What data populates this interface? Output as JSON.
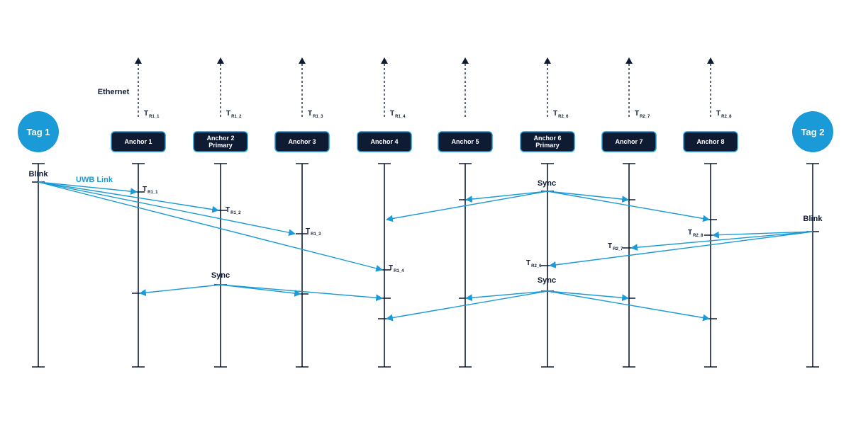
{
  "ethernet_label": "Ethernet",
  "uwb_link_label": "UWB Link",
  "tags": [
    {
      "id": "tag1",
      "label": "Tag 1",
      "event": "Blink"
    },
    {
      "id": "tag2",
      "label": "Tag 2",
      "event": "Blink"
    }
  ],
  "anchors": [
    {
      "id": "a1",
      "line1": "Anchor 1",
      "line2": "",
      "eth_label": "T",
      "eth_sub": "R1_1"
    },
    {
      "id": "a2",
      "line1": "Anchor 2",
      "line2": "Primary",
      "eth_label": "T",
      "eth_sub": "R1_2"
    },
    {
      "id": "a3",
      "line1": "Anchor 3",
      "line2": "",
      "eth_label": "T",
      "eth_sub": "R1_3"
    },
    {
      "id": "a4",
      "line1": "Anchor 4",
      "line2": "",
      "eth_label": "T",
      "eth_sub": "R1_4"
    },
    {
      "id": "a5",
      "line1": "Anchor 5",
      "line2": "",
      "eth_label": "",
      "eth_sub": ""
    },
    {
      "id": "a6",
      "line1": "Anchor 6",
      "line2": "Primary",
      "eth_label": "T",
      "eth_sub": "R2_6"
    },
    {
      "id": "a7",
      "line1": "Anchor 7",
      "line2": "",
      "eth_label": "T",
      "eth_sub": "R2_7"
    },
    {
      "id": "a8",
      "line1": "Anchor 8",
      "line2": "",
      "eth_label": "T",
      "eth_sub": "R2_8"
    }
  ],
  "sync_labels": {
    "a6_first": "Sync",
    "a2": "Sync",
    "a6_second": "Sync"
  },
  "reception_labels": {
    "r1_1": {
      "main": "T",
      "sub": "R1_1"
    },
    "r1_2": {
      "main": "T",
      "sub": "R1_2"
    },
    "r1_3": {
      "main": "T",
      "sub": "R1_3"
    },
    "r1_4": {
      "main": "T",
      "sub": "R1_4"
    },
    "r2_8": {
      "main": "T",
      "sub": "R2_8"
    },
    "r2_7": {
      "main": "T",
      "sub": "R2_7"
    },
    "r2_6": {
      "main": "T",
      "sub": "R2_6"
    }
  },
  "colors": {
    "navy": "#0f1b33",
    "accent": "#1a9ad6",
    "white": "#ffffff"
  }
}
